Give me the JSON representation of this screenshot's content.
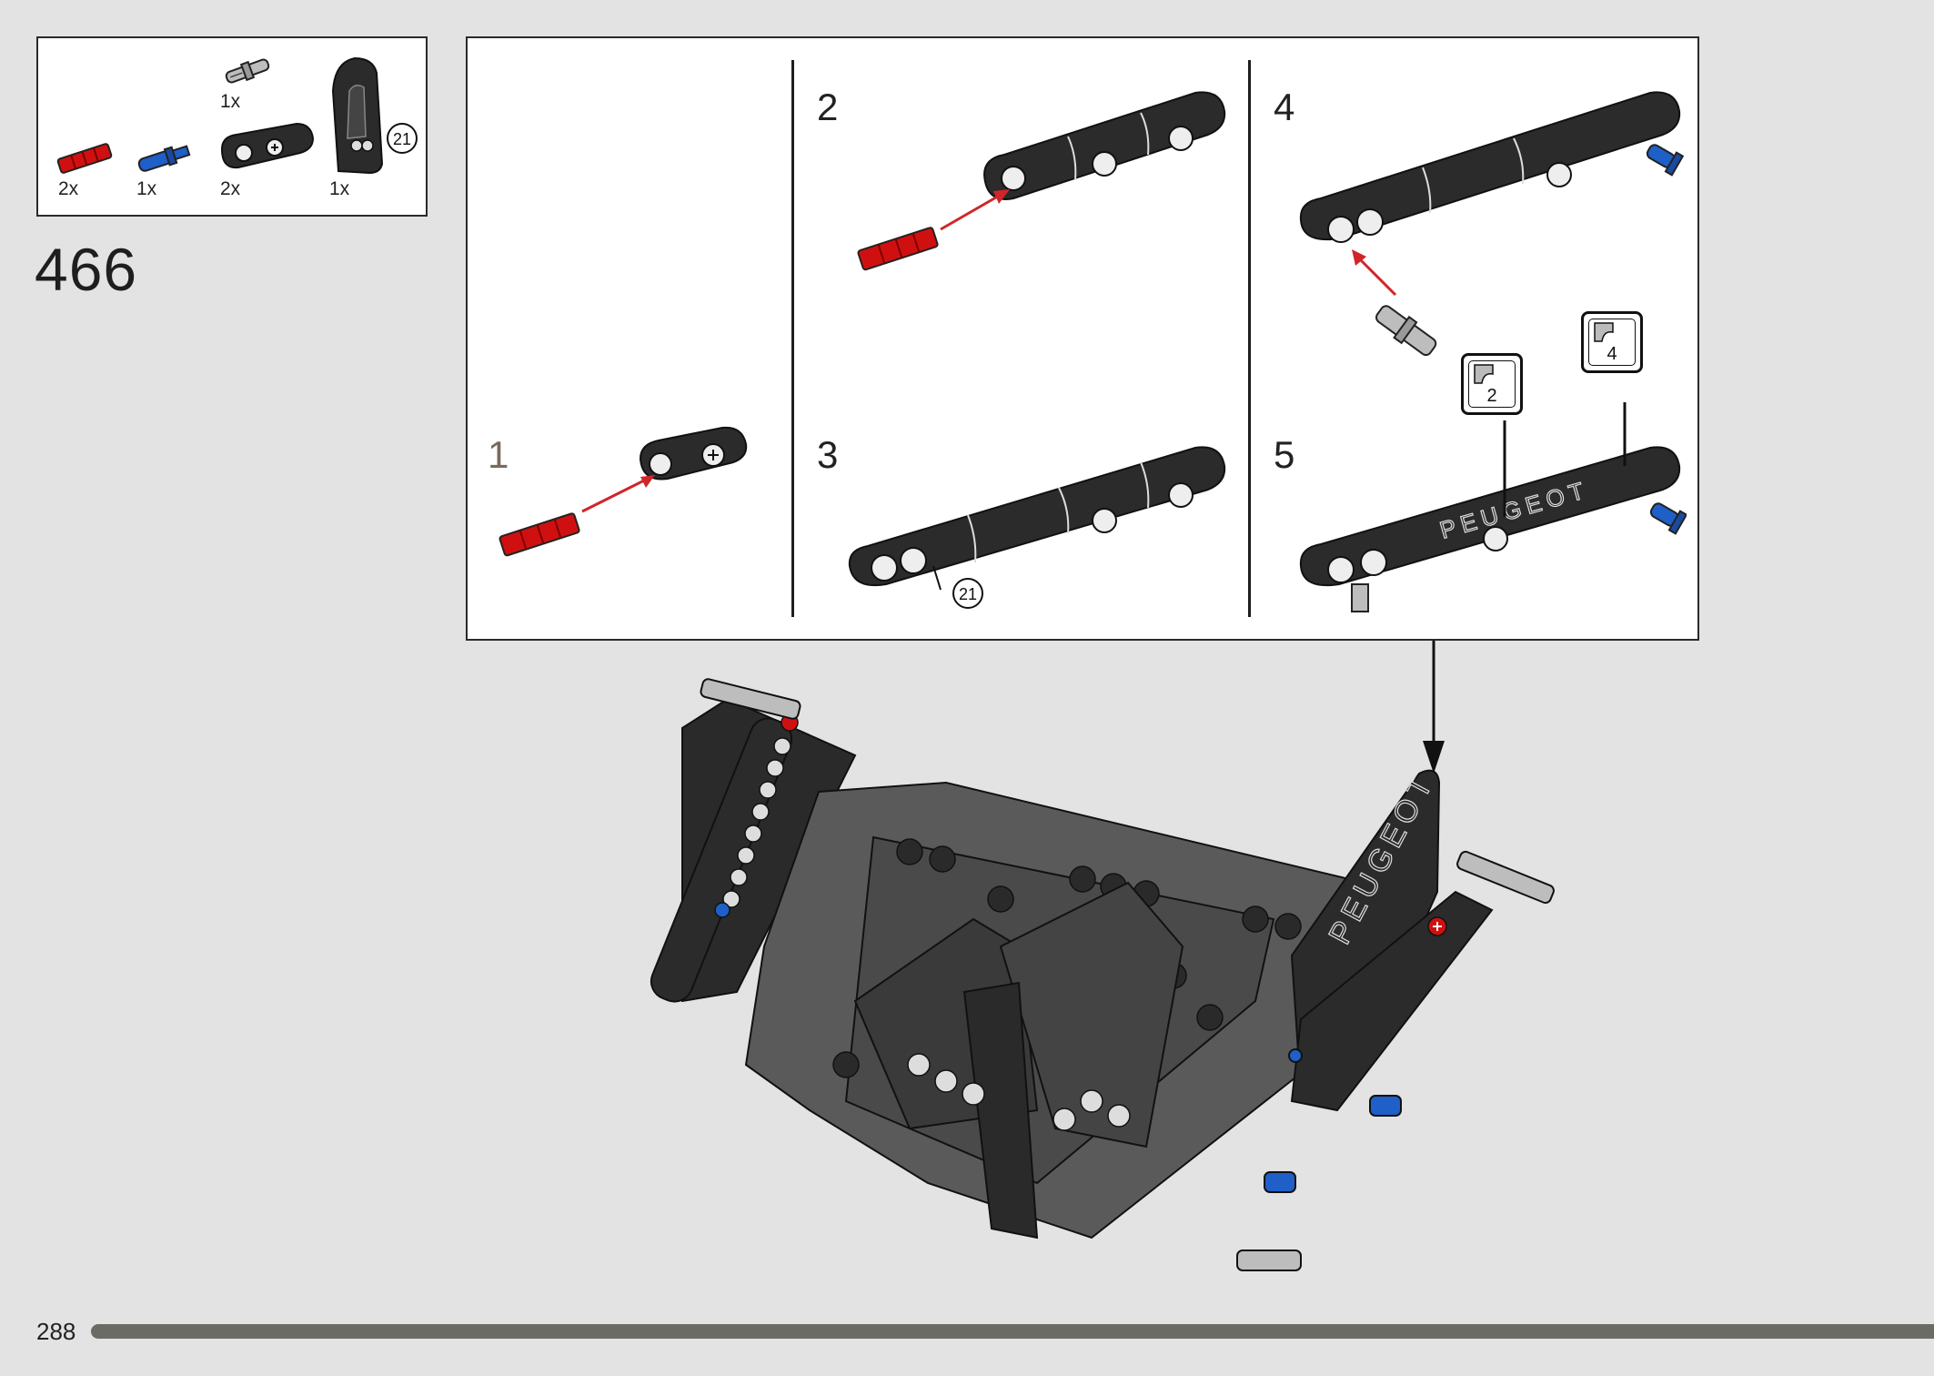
{
  "parts_list": {
    "items": [
      {
        "name": "red-axle-pin",
        "qty": "2x",
        "color": "#d01010"
      },
      {
        "name": "blue-axle-pin",
        "qty": "1x",
        "color": "#1e5fc8"
      },
      {
        "name": "grey-connector-pin",
        "qty": "1x"
      },
      {
        "name": "black-panel-curved",
        "qty": "2x"
      },
      {
        "name": "black-tall-panel",
        "qty": "1x",
        "callout": "21"
      }
    ]
  },
  "step": {
    "number": "466"
  },
  "substeps": [
    {
      "number": "1"
    },
    {
      "number": "2"
    },
    {
      "number": "3",
      "callout": "21"
    },
    {
      "number": "4"
    },
    {
      "number": "5",
      "stickers": [
        "2",
        "4"
      ]
    }
  ],
  "sticker_text": "PEUGEOT",
  "footer": {
    "page_number": "288"
  },
  "colors": {
    "background": "#e3e3e3",
    "red": "#d01010",
    "blue": "#1e5fc8",
    "panel": "#2b2b2b",
    "bar": "#6b6b66"
  }
}
